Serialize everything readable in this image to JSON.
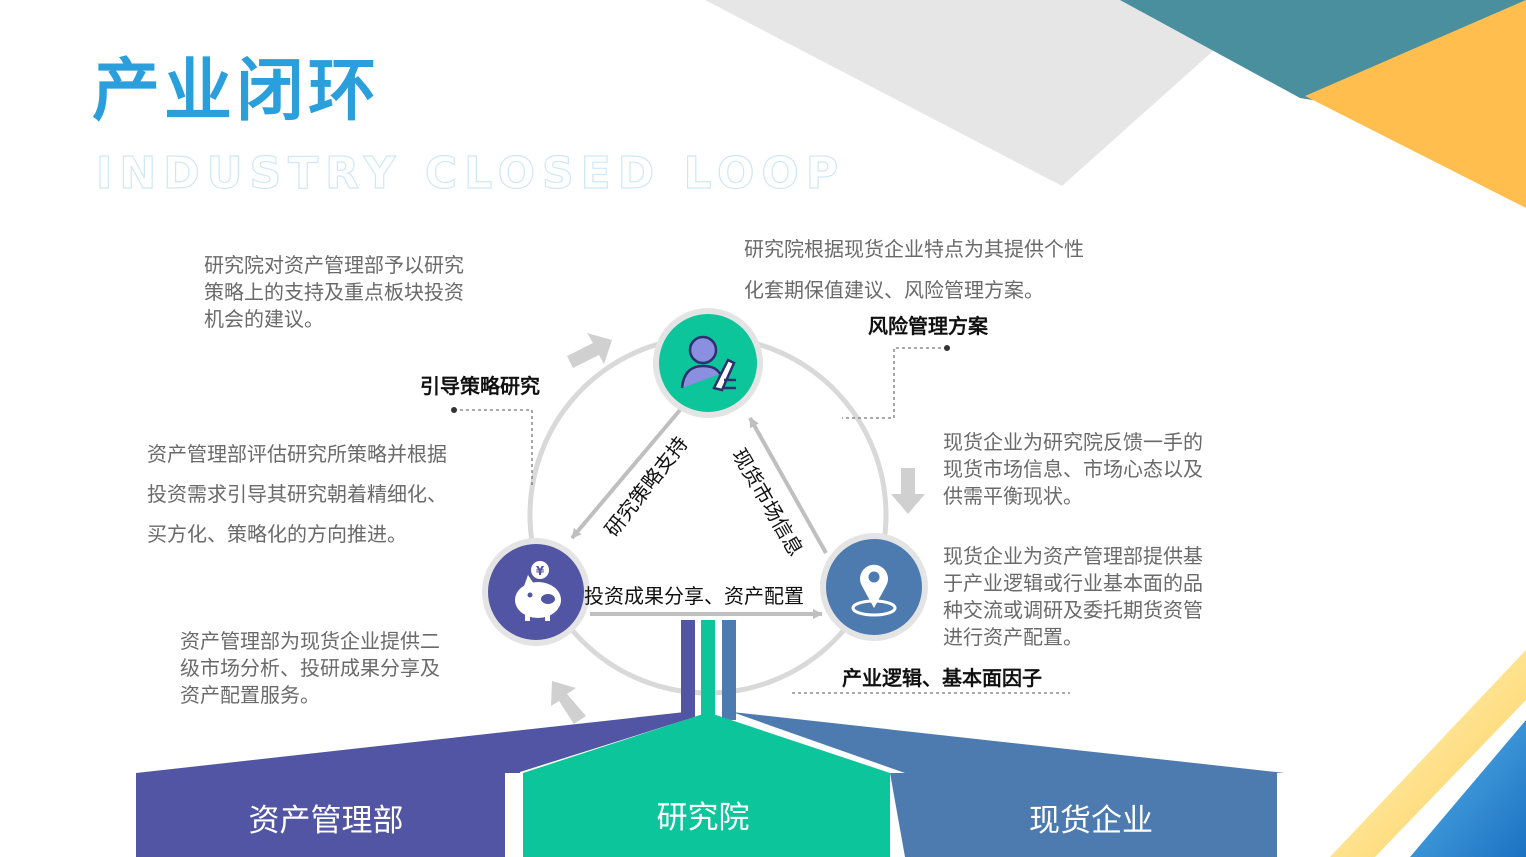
{
  "title": "产业闭环",
  "subtitle": "INDUSTRY CLOSED LOOP",
  "nodes": {
    "research": {
      "name": "研究院",
      "icon": "researcher-icon",
      "color": "#0dc59a"
    },
    "asset": {
      "name": "资产管理部",
      "icon": "piggy-bank-icon",
      "color": "#5155a3"
    },
    "spot": {
      "name": "现货企业",
      "icon": "location-pin-icon",
      "color": "#4d7bb0"
    }
  },
  "edges": {
    "research_to_asset": "研究策略支持",
    "spot_to_research": "现货市场信息",
    "asset_to_spot": "投资成果分享、资产配置"
  },
  "keywords": {
    "guide": "引导策略研究",
    "risk": "风险管理方案",
    "industry": "产业逻辑、基本面因子"
  },
  "descriptions": {
    "research_support": [
      "研究院对资产管理部予以研究",
      "策略上的支持及重点板块投资",
      "机会的建议。"
    ],
    "research_plan": [
      "研究院根据现货企业特点为其提供个性",
      "化套期保值建议、风险管理方案。"
    ],
    "asset_eval": [
      "资产管理部评估研究所策略并根据",
      "投资需求引导其研究朝着精细化、",
      "买方化、策略化的方向推进。"
    ],
    "spot_feedback": [
      "现货企业为研究院反馈一手的",
      "现货市场信息、市场心态以及",
      "供需平衡现状。"
    ],
    "spot_provide": [
      "现货企业为资产管理部提供基",
      "于产业逻辑或行业基本面的品",
      "种交流或调研及委托期货资管",
      "进行资产配置。"
    ],
    "asset_service": [
      "资产管理部为现货企业提供二",
      "级市场分析、投研成果分享及",
      "资产配置服务。"
    ]
  },
  "colors": {
    "title": "#2a9fdc",
    "corner_teal": "#4a8f9e",
    "corner_yellow": "#ffbe4d",
    "corner_blue": "#2e8fd6",
    "loop_gray": "#d9d9d9"
  }
}
